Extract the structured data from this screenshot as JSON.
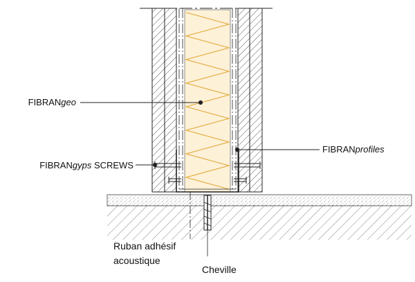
{
  "labels": {
    "geo": {
      "main": "FIBRAN",
      "suffix": "geo"
    },
    "profiles": {
      "main": "FIBRAN",
      "suffix": "profiles"
    },
    "screws": {
      "main": "FIBRAN",
      "suffix": "gyps",
      "rest": " SCREWS"
    },
    "tape_line1": "Ruban adhésif",
    "tape_line2": "acoustique",
    "anchor": "Cheville"
  },
  "colors": {
    "insulation_fill": "#fdf1d8",
    "insulation_zigzag": "#e2a838",
    "board_hatch": "#555555",
    "line": "#222222",
    "floor_dots": "#777777"
  }
}
